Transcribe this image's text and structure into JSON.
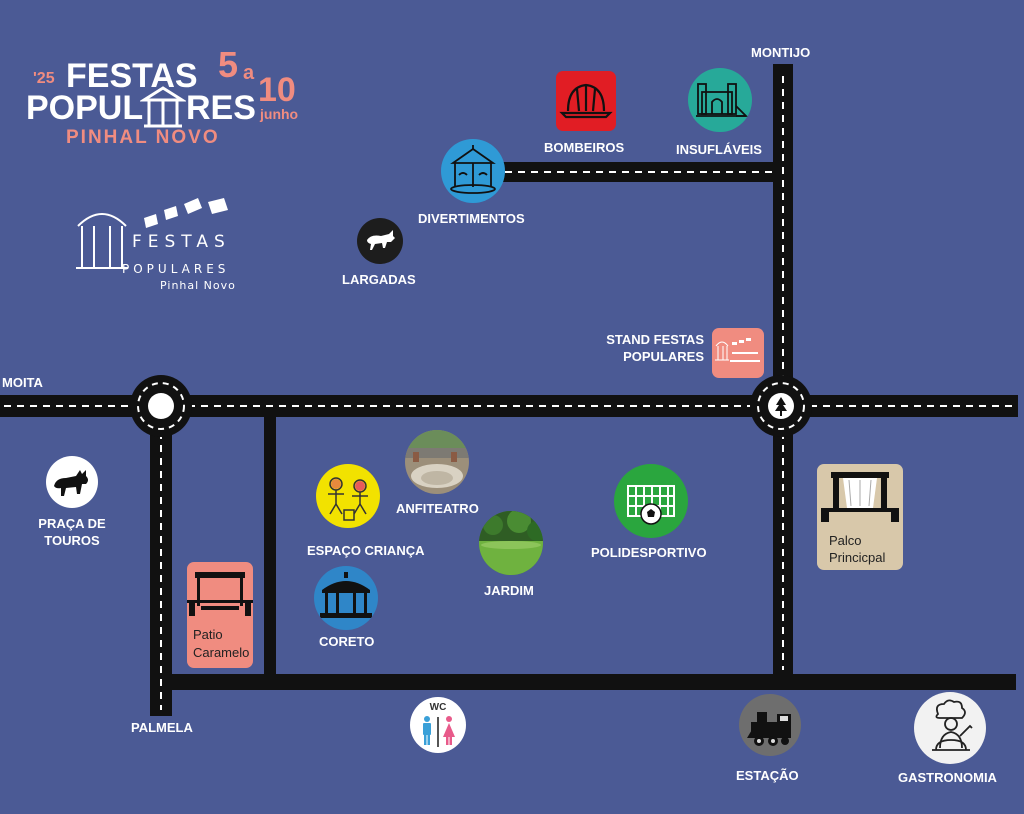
{
  "poster": {
    "year": "'25",
    "title_line1": "FESTAS",
    "title_line2": "POPUL",
    "title_line2b": "RES",
    "date_start": "5",
    "date_joiner": "a",
    "date_end": "10",
    "month": "junho",
    "town": "PINHAL NOVO"
  },
  "logo": {
    "word1": "FESTAS",
    "word2": "POPULARES",
    "word3": "Pinhal Novo"
  },
  "roads": {
    "montijo": "MONTIJO",
    "moita": "MOITA",
    "palmela": "PALMELA"
  },
  "places": {
    "bombeiros": "BOMBEIROS",
    "insuflaveis": "INSUFLÁVEIS",
    "divertimentos": "DIVERTIMENTOS",
    "largadas": "LARGADAS",
    "stand_line1": "STAND FESTAS",
    "stand_line2": "POPULARES",
    "praca_line1": "PRAÇA DE",
    "praca_line2": "TOUROS",
    "anfiteatro": "ANFITEATRO",
    "espaco_crianca": "ESPAÇO CRIANÇA",
    "jardim": "JARDIM",
    "polidesportivo": "POLIDESPORTIVO",
    "coreto": "CORETO",
    "estacao": "ESTAÇÃO",
    "gastronomia": "GASTRONOMIA",
    "wc": "WC",
    "patio_line1": "Patio",
    "patio_line2": "Caramelo",
    "palco_line1": "Palco",
    "palco_line2": "Princicpal"
  },
  "colors": {
    "background": "#4b5a95",
    "road": "#111111",
    "accent": "#f08c80",
    "bombeiros": "#e11d24",
    "insuflaveis": "#27a999",
    "divertimentos": "#2f9ad6",
    "espaco_crianca": "#f2e200",
    "coreto": "#2f86c8",
    "polidesportivo": "#2aa63e",
    "palco": "#d8c8aa",
    "estacao": "#6e6e6e"
  },
  "icons": {
    "bombeiros": "firefighter-helmet-icon",
    "insuflaveis": "bouncy-castle-icon",
    "divertimentos": "carousel-icon",
    "largadas": "running-bull-icon",
    "stand": "festas-logo-icon",
    "praca": "bull-icon",
    "anfiteatro": "amphitheatre-photo",
    "espaco_crianca": "kids-drawing-icon",
    "jardim": "garden-photo",
    "polidesportivo": "football-goal-icon",
    "coreto": "bandstand-icon",
    "palco": "main-stage-icon",
    "patio": "stage-icon",
    "wc": "toilets-icon",
    "estacao": "train-icon",
    "gastronomia": "chef-icon"
  }
}
